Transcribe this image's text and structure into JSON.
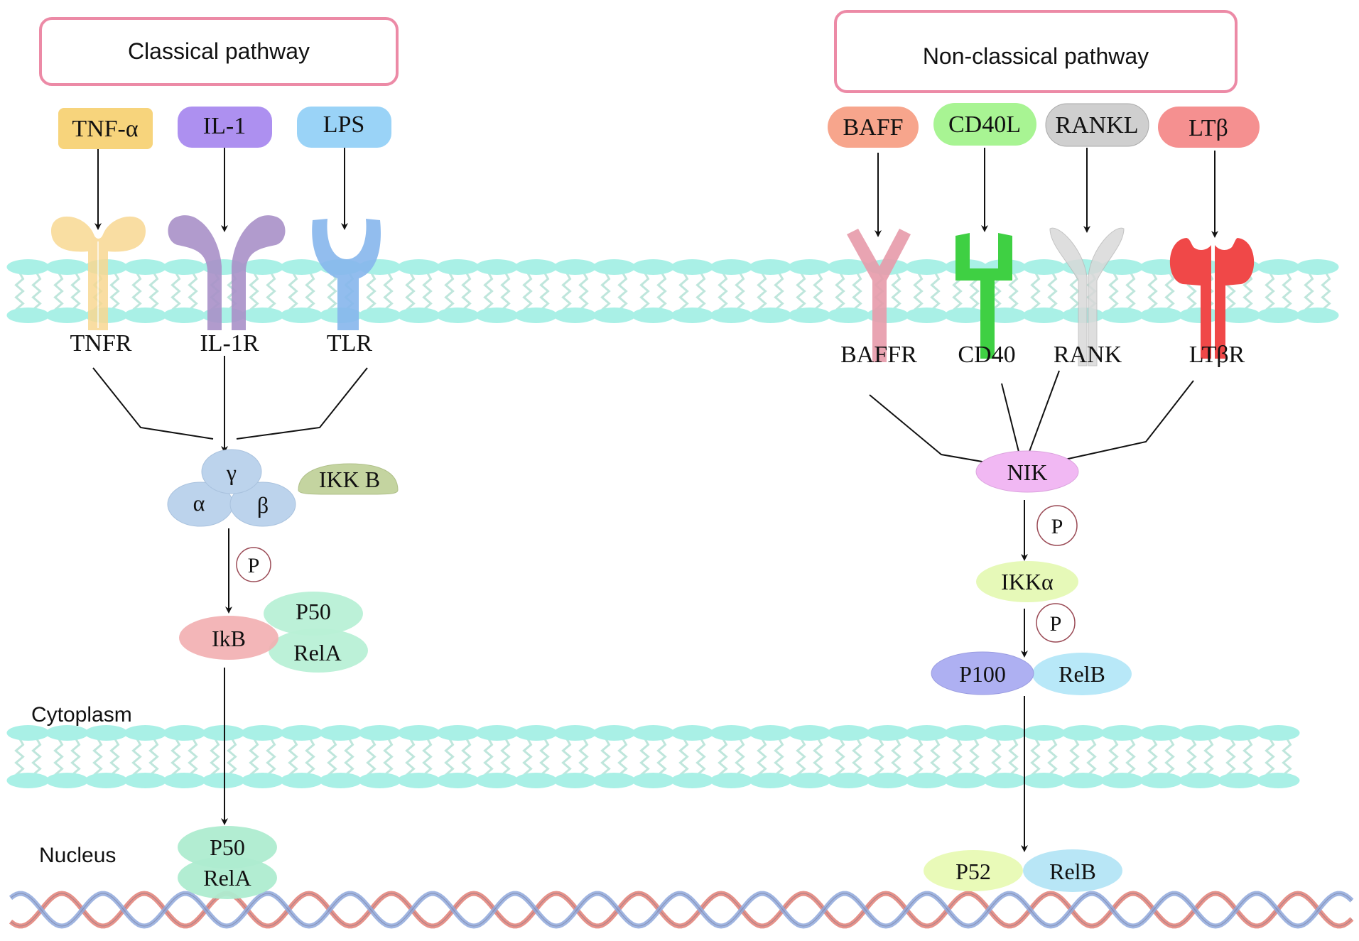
{
  "headers": {
    "classical": "Classical pathway",
    "non_classical": "Non-classical pathway"
  },
  "compartments": {
    "cytoplasm": "Cytoplasm",
    "nucleus": "Nucleus"
  },
  "colors": {
    "header_border": "#ec8aa6",
    "membrane_head": "#a9f0e6",
    "membrane_tail": "#bfe6dc",
    "arrow": "#111111",
    "phospho_border": "#9a4a55",
    "dna_red": "#e27f76",
    "dna_blue": "#8fa8dc"
  },
  "classical": {
    "ligands": [
      {
        "label": "TNF-α",
        "color": "#f7d47c"
      },
      {
        "label": "IL-1",
        "color": "#ad90f0"
      },
      {
        "label": "LPS",
        "color": "#9ad3f7"
      }
    ],
    "receptors": [
      {
        "label": "TNFR",
        "color": "#f8d892"
      },
      {
        "label": "IL-1R",
        "color": "#a990c8"
      },
      {
        "label": "TLR",
        "color": "#86b6ec"
      }
    ],
    "ikk_complex": {
      "gamma": "γ",
      "alpha": "α",
      "beta": "β",
      "color": "#bcd3ec"
    },
    "ikk_b": {
      "label": "IKK B",
      "color": "#c4d4a0"
    },
    "phospho": "P",
    "ikb": {
      "label": "IkB",
      "color": "#f2aeb0"
    },
    "p50": {
      "label": "P50",
      "color": "#b8f0d6"
    },
    "rela": {
      "label": "RelA",
      "color": "#b8f0d6"
    },
    "nuclear_p50": {
      "label": "P50",
      "color": "#aeecd0"
    },
    "nuclear_rela": {
      "label": "RelA",
      "color": "#aeecd0"
    }
  },
  "non_classical": {
    "ligands": [
      {
        "label": "BAFF",
        "color": "#f7a58c"
      },
      {
        "label": "CD40L",
        "color": "#a8f493"
      },
      {
        "label": "RANKL",
        "color": "#cfcfcf"
      },
      {
        "label": "LTβ",
        "color": "#f59090"
      }
    ],
    "receptors": [
      {
        "label": "BAFFR",
        "color": "#e79aaa"
      },
      {
        "label": "CD40",
        "color": "#3fd043"
      },
      {
        "label": "RANK",
        "color": "#d9d9d9"
      },
      {
        "label": "LTβR",
        "color": "#f04848"
      }
    ],
    "nik": {
      "label": "NIK",
      "color": "#f1b8f3"
    },
    "phospho_1": "P",
    "ikk_alpha": {
      "label": "IKKα",
      "color": "#e6f9b8"
    },
    "phospho_2": "P",
    "p100": {
      "label": "P100",
      "color": "#aeb0f2"
    },
    "relb": {
      "label": "RelB",
      "color": "#b8e8f8"
    },
    "p52": {
      "label": "P52",
      "color": "#e9fab8"
    },
    "nuclear_relb": {
      "label": "RelB",
      "color": "#b8e6f6"
    }
  }
}
